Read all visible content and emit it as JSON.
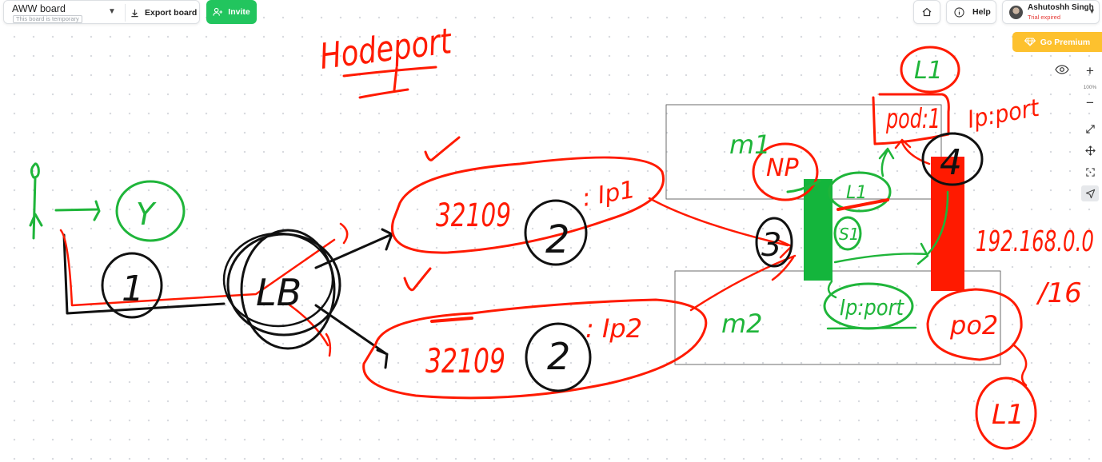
{
  "app": {
    "board_name": "AWW board",
    "board_subtitle": "This board is temporary",
    "export_label": "Export board",
    "invite_label": "Invite",
    "help_label": "Help",
    "user_name": "Ashutoshh Singh",
    "user_status": "Trial expired",
    "premium_label": "Go Premium",
    "zoom_level": "100%"
  },
  "colors": {
    "invite": "#22c55e",
    "premium": "#fdc12e",
    "ink_red": "#ff1a00",
    "ink_green": "#1fb53a",
    "ink_black": "#111111",
    "trial_status": "#e53935"
  },
  "icons": [
    "download-icon",
    "add-user-icon",
    "home-icon",
    "info-icon",
    "diamond-icon",
    "eye-icon",
    "plus-icon",
    "minus-icon",
    "expand-icon",
    "move-icon",
    "select-icon",
    "pointer-icon"
  ],
  "drawing": {
    "title": "Hodeport",
    "labels": {
      "pod1": "pod:1",
      "ip_port_top": "Ip:port",
      "m1": "m1",
      "m2": "m2",
      "np": "NP",
      "l1_top": "L1",
      "l1_mid": "L1",
      "s1": "S1",
      "ip_port_mid": "Ip:port",
      "pod2": "po2",
      "ip": "192.168.0.0",
      "mask": "/16",
      "l1_bottom": "L1",
      "c1_text": "32109",
      "c1_ip": ": Ip1",
      "c2_text": "32109",
      "c2_ip": ": Ip2",
      "n1": "1",
      "n2a": "2",
      "n2b": "2",
      "n3": "3",
      "n4": "4",
      "lb": "LB",
      "y": "Y"
    }
  }
}
